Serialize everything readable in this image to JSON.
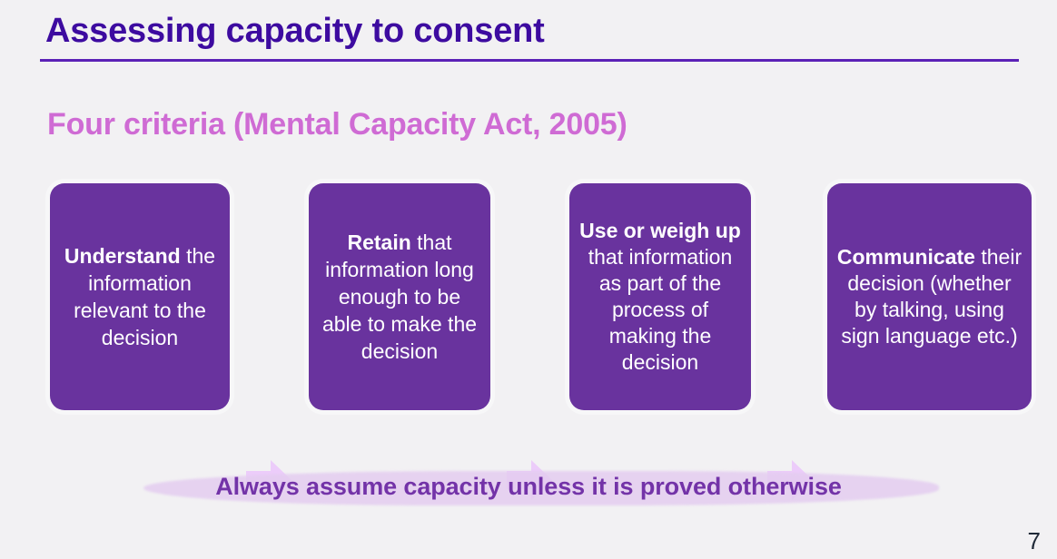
{
  "slide": {
    "title": "Assessing capacity to consent",
    "subtitle": "Four criteria (Mental Capacity Act, 2005)",
    "page_number": "7",
    "footer_statement": "Always assume capacity unless it is proved otherwise"
  },
  "criteria": [
    {
      "bold_label": "Understand",
      "rest": " the information relevant to the decision",
      "full_text": "Understand the information relevant to the decision"
    },
    {
      "bold_label": "Retain",
      "rest": " that information long enough to be able to make the decision",
      "full_text": "Retain that information long enough to be able to make the decision"
    },
    {
      "bold_label": "Use or weigh up",
      "rest": " that information as part of the process of making the decision",
      "full_text": "Use or weigh up that information as part of the process of making the decision"
    },
    {
      "bold_label": "Communicate",
      "rest": " their decision (whether by talking, using sign language etc.)",
      "full_text": "Communicate their decision (whether by talking, using sign language etc.)"
    }
  ],
  "arrows": [
    {
      "icon": "right-arrow-icon"
    },
    {
      "icon": "right-arrow-icon"
    },
    {
      "icon": "right-arrow-icon"
    }
  ],
  "colors": {
    "background": "#f2f1f3",
    "title": "#3d0ba0",
    "rule": "#5b21b6",
    "subtitle": "#cf6bd4",
    "box_fill": "#69339e",
    "box_text": "#ffffff",
    "arrow_fill": "#ecccfa",
    "footer_text": "#7333a8",
    "footer_highlight": "#e4cdf0",
    "page_number": "#1f2937"
  }
}
